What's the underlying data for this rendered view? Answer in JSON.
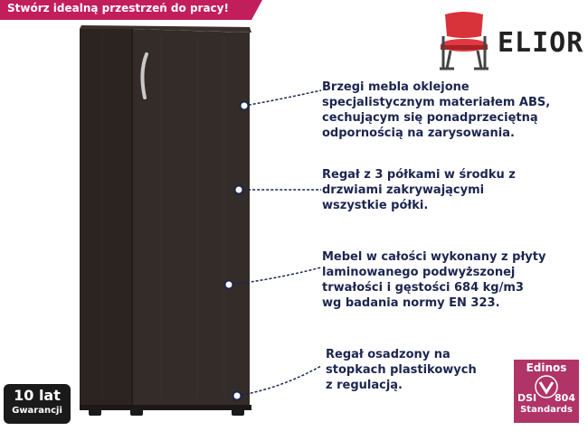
{
  "banner": {
    "text": "Stwórz idealną przestrzeń do pracy!",
    "color": "#c21e5c"
  },
  "logo": {
    "brand": "ELIOR",
    "icon": "red-chair-icon"
  },
  "callouts": [
    {
      "lines": [
        "Brzegi mebla oklejone",
        "specjalistycznym materiałem ABS,",
        "cechującym się ponadprzeciętną",
        "odpornością na zarysowania."
      ]
    },
    {
      "lines": [
        "Regał z 3 półkami w środku z",
        "drzwiami zakrywającymi",
        "wszystkie półki."
      ]
    },
    {
      "lines": [
        "Mebel w całości wykonany z płyty",
        "laminowanego podwyższonej",
        "trwałości i gęstości 684 kg/m3",
        "wg badania normy EN 323."
      ]
    },
    {
      "lines": [
        "Regał osadzony na",
        "stopkach plastikowych",
        "z regulacją."
      ]
    }
  ],
  "warranty": {
    "big": "10 lat",
    "small": "Gwarancji"
  },
  "certificate": {
    "brand": "Edinos",
    "left": "DSI",
    "right": "804",
    "bottom": "Standards",
    "color": "#b03468"
  },
  "colors": {
    "text": "#1c2550",
    "wood": "#2e2724"
  }
}
